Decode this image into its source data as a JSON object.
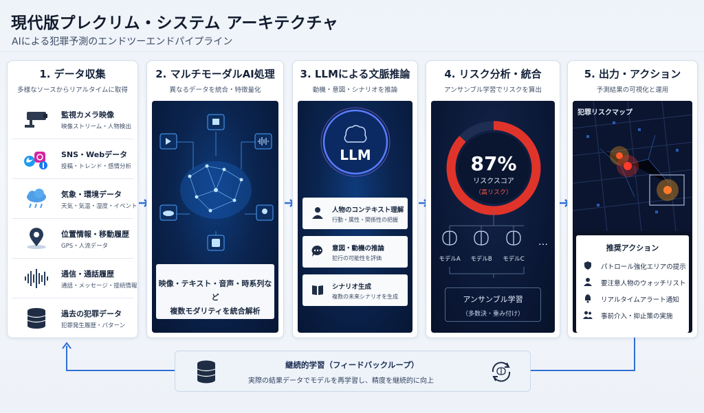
{
  "header": {
    "title": "現代版プレクリム・システム アーキテクチャ",
    "subtitle": "AIによる犯罪予測のエンドツーエンドパイプライン"
  },
  "columns": [
    {
      "title": "1. データ収集",
      "subtitle": "多様なソースからリアルタイムに取得",
      "sources": [
        {
          "icon": "cctv-camera-icon",
          "name": "監視カメラ映像",
          "desc": "映像ストリーム・人物検出"
        },
        {
          "icon": "social-media-icon",
          "name": "SNS・Webデータ",
          "desc": "投稿・トレンド・感情分析"
        },
        {
          "icon": "weather-cloud-icon",
          "name": "気象・環境データ",
          "desc": "天気・気温・湿度・イベント"
        },
        {
          "icon": "location-pin-icon",
          "name": "位置情報・移動履歴",
          "desc": "GPS・人流データ"
        },
        {
          "icon": "audio-wave-icon",
          "name": "通信・通話履歴",
          "desc": "通話・メッセージ・接続情報"
        },
        {
          "icon": "database-icon",
          "name": "過去の犯罪データ",
          "desc": "犯罪発生履歴・パターン"
        }
      ]
    },
    {
      "title": "2. マルチモーダルAI処理",
      "subtitle": "異なるデータを統合・特徴量化",
      "caption_line1": "映像・テキスト・音声・時系列など",
      "caption_line2": "複数モダリティを統合解析"
    },
    {
      "title": "3. LLMによる文脈推論",
      "subtitle": "動機・意図・シナリオを推論",
      "llm_label": "LLM",
      "cards": [
        {
          "icon": "person-icon",
          "name": "人物のコンテキスト理解",
          "desc": "行動・属性・関係性の把握"
        },
        {
          "icon": "chat-bubble-icon",
          "name": "意図・動機の推論",
          "desc": "犯行の可能性を評価"
        },
        {
          "icon": "book-icon",
          "name": "シナリオ生成",
          "desc": "複数の未来シナリオを生成"
        }
      ]
    },
    {
      "title": "4. リスク分析・統合",
      "subtitle": "アンサンブル学習でリスクを算出",
      "score_label": "87%",
      "score_value": 0.87,
      "score_caption": "リスクスコア",
      "score_level": "（高リスク）",
      "models": [
        "モデルA",
        "モデルB",
        "モデルC"
      ],
      "more": "…",
      "ensemble_title": "アンサンブル学習",
      "ensemble_sub": "（多数決・重み付け）"
    },
    {
      "title": "5. 出力・アクション",
      "subtitle": "予測結果の可視化と運用",
      "map_label": "犯罪リスクマップ",
      "actions_title": "推奨アクション",
      "actions": [
        {
          "icon": "shield-icon",
          "text": "パトロール強化エリアの提示"
        },
        {
          "icon": "person-icon",
          "text": "要注意人物のウォッチリスト"
        },
        {
          "icon": "bell-icon",
          "text": "リアルタイムアラート通知"
        },
        {
          "icon": "group-icon",
          "text": "事前介入・抑止策の実施"
        }
      ]
    }
  ],
  "feedback": {
    "title": "継続的学習（フィードバックループ）",
    "desc": "実際の結果データでモデルを再学習し、精度を継続的に向上"
  },
  "colors": {
    "accent": "#2f6fd6",
    "dark_panel": "#0b2550",
    "risk_red": "#e0342b",
    "risk_orange": "#f39a1e"
  }
}
